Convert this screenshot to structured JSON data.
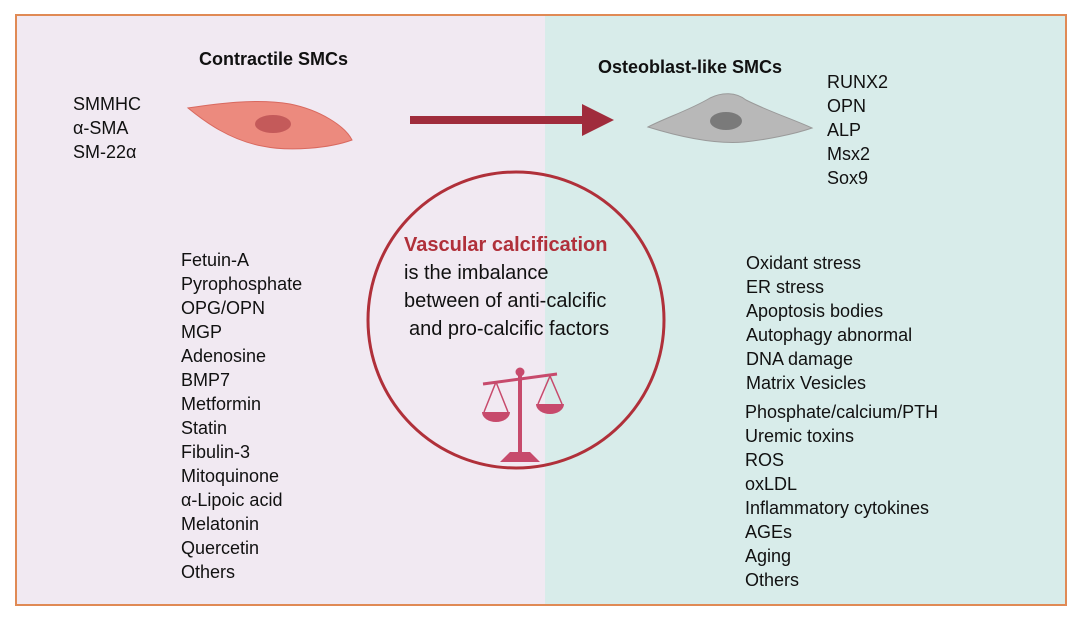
{
  "left_panel": {
    "title": "Contractile SMCs",
    "markers": [
      "SMMHC",
      "α-SMA",
      "SM-22α"
    ],
    "anti_calcific_factors": [
      "Fetuin-A",
      "Pyrophosphate",
      "OPG/OPN",
      "MGP",
      "Adenosine",
      "BMP7",
      "Metformin",
      "Statin",
      "Fibulin-3",
      "Mitoquinone",
      "α-Lipoic acid",
      "Melatonin",
      "Quercetin",
      "Others"
    ],
    "background_color": "#f1e9f2",
    "cell_color": "#ec8a7e"
  },
  "right_panel": {
    "title": "Osteoblast-like SMCs",
    "markers": [
      "RUNX2",
      "OPN",
      "ALP",
      "Msx2",
      "Sox9"
    ],
    "stress_factors": [
      "Oxidant stress",
      "ER stress",
      "Apoptosis bodies",
      "Autophagy abnormal",
      "DNA damage",
      "Matrix Vesicles"
    ],
    "pro_calcific_factors": [
      "Phosphate/calcium/PTH",
      "Uremic toxins",
      "ROS",
      "oxLDL",
      "Inflammatory cytokines",
      "AGEs",
      "Aging",
      "Others"
    ],
    "background_color": "#d8ecea",
    "cell_color": "#b8b8b8"
  },
  "center": {
    "heading": "Vascular calcification",
    "lines": [
      "is the imbalance",
      "between of anti-calcific",
      "and pro-calcific factors"
    ],
    "circle_color": "#b0303a",
    "scale_icon": "balance-scale-icon",
    "scale_color": "#c74a6c"
  },
  "arrow": {
    "icon": "right-arrow-icon",
    "color": "#a02c3c"
  },
  "frame_color": "#e08a55"
}
